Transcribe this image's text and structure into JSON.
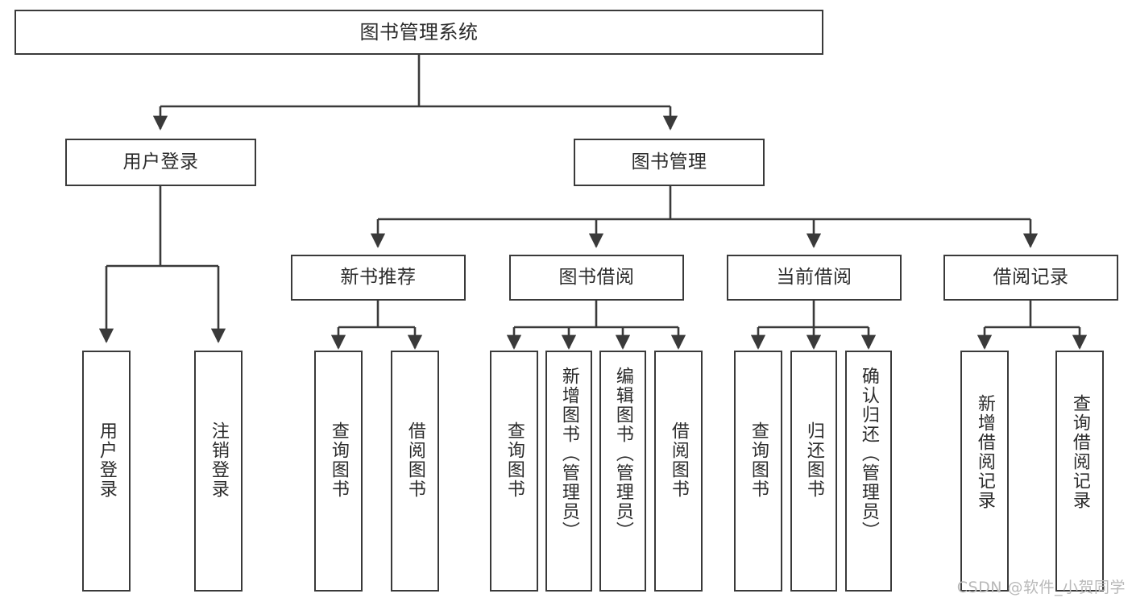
{
  "diagram": {
    "type": "tree",
    "title": "图书管理系统",
    "orientation": "top-down",
    "edge_style": "orthogonal-arrow",
    "colors": {
      "box_border": "#3a3a3a",
      "box_fill": "#ffffff",
      "line": "#3a3a3a",
      "text": "#2b2b2b",
      "watermark": "#b9b9b9"
    }
  },
  "watermark": "CSDN @软件_小贺同学",
  "nodes": {
    "root": "图书管理系统",
    "level2": [
      "用户登录",
      "图书管理"
    ],
    "level3": [
      "新书推荐",
      "图书借阅",
      "当前借阅",
      "借阅记录"
    ],
    "leaves": {
      "user_login": [
        "用户登录",
        "注销登录"
      ],
      "new_book": [
        "查询图书",
        "借阅图书"
      ],
      "book_borrow": [
        "查询图书",
        "新增图书（管理员）",
        "编辑图书（管理员）",
        "借阅图书"
      ],
      "current_borrow": [
        "查询图书",
        "归还图书",
        "确认归还（管理员）"
      ],
      "borrow_record": [
        "新增借阅记录",
        "查询借阅记录"
      ]
    }
  }
}
